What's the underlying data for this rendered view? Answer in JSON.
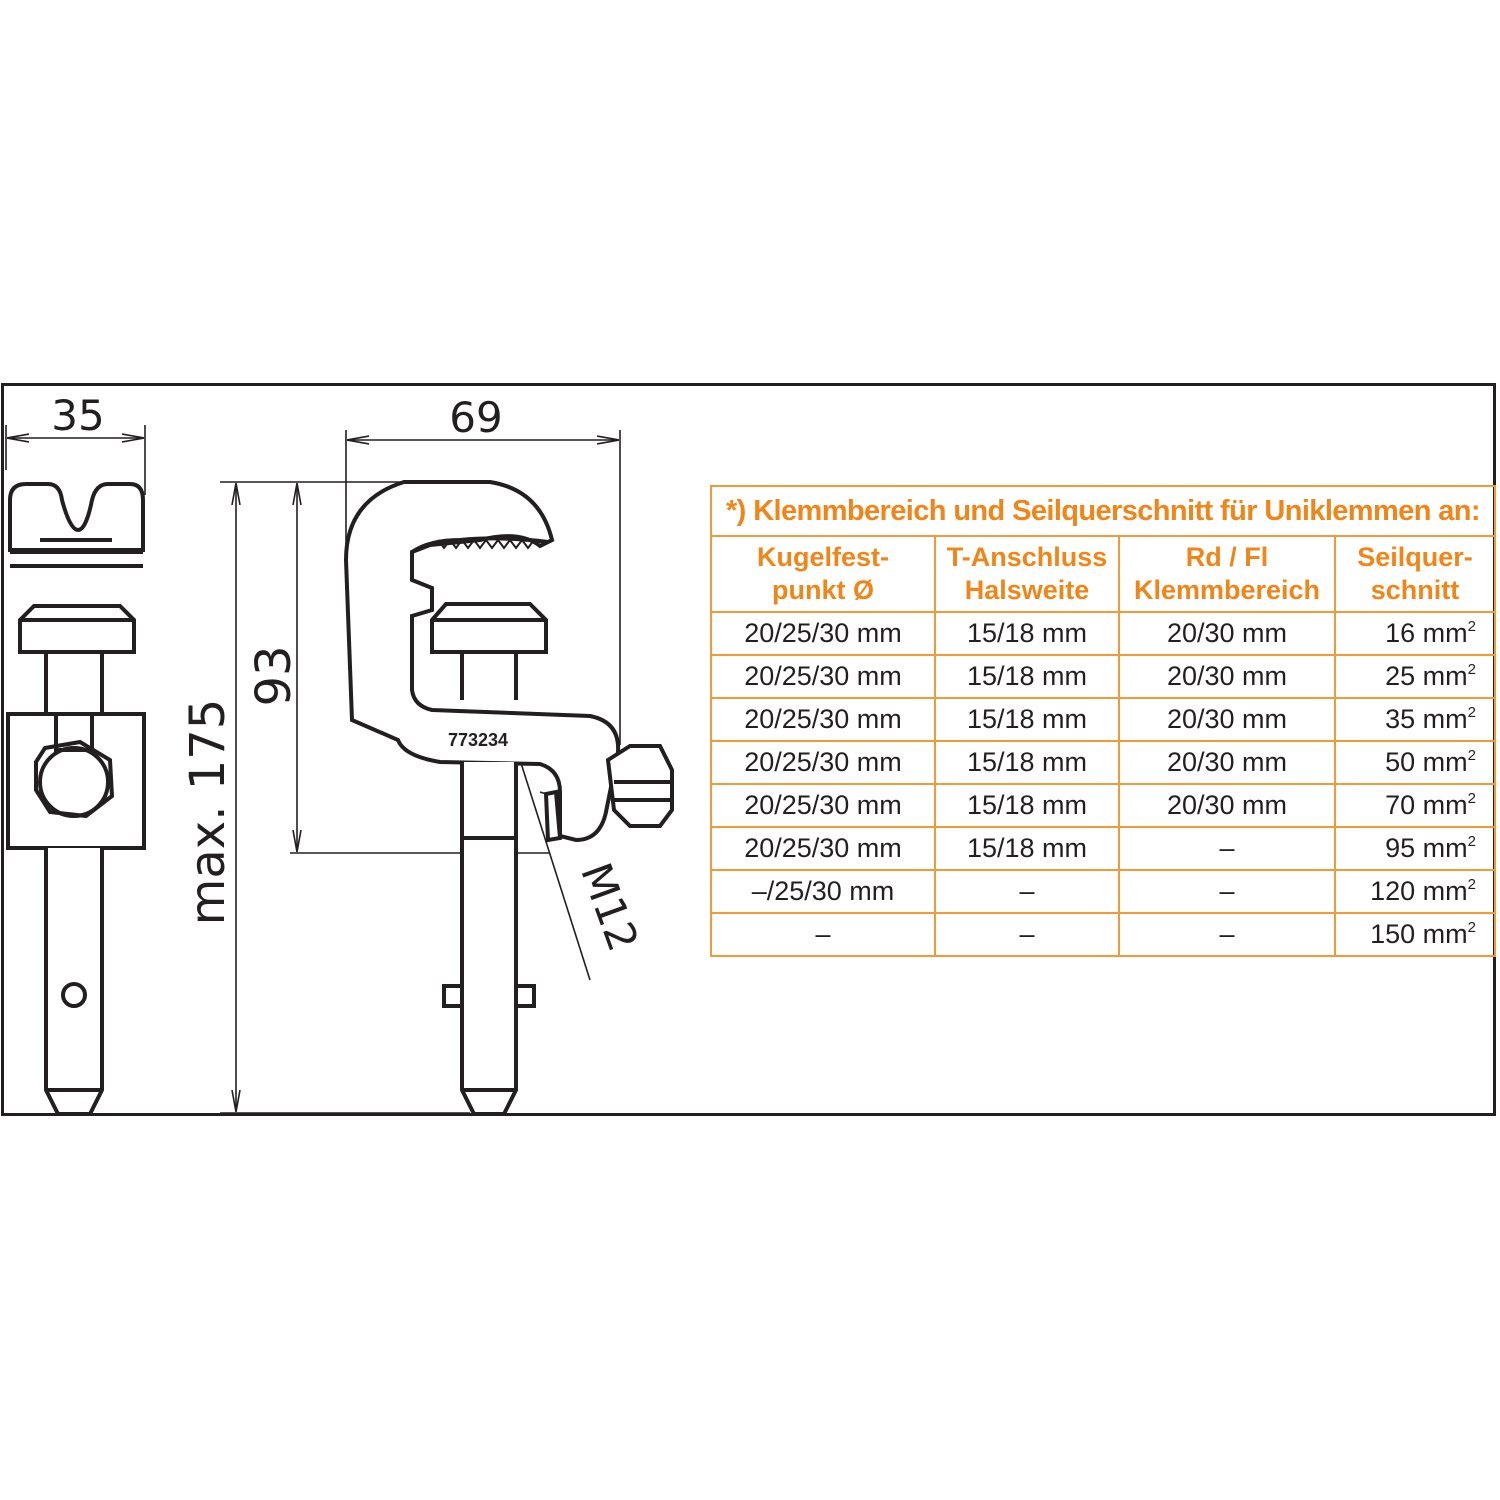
{
  "dimensions": {
    "width_left": "35",
    "width_main": "69",
    "height_clamp": "93",
    "height_total": "max. 175",
    "thread": "M12",
    "part_number": "773234"
  },
  "table": {
    "title": "*) Klemmbereich und Seilquerschnitt für Uniklemmen an:",
    "headers": [
      {
        "line1": "Kugelfest-",
        "line2": "punkt Ø"
      },
      {
        "line1": "T-Anschluss",
        "line2": "Halsweite"
      },
      {
        "line1": "Rd / Fl",
        "line2": "Klemmbereich"
      },
      {
        "line1": "Seilquer-",
        "line2": "schnitt"
      }
    ],
    "rows": [
      {
        "kugel": "20/25/30 mm",
        "t": "15/18 mm",
        "rd": "20/30 mm",
        "seil": "16 mm",
        "exp": "2"
      },
      {
        "kugel": "20/25/30 mm",
        "t": "15/18 mm",
        "rd": "20/30 mm",
        "seil": "25 mm",
        "exp": "2"
      },
      {
        "kugel": "20/25/30 mm",
        "t": "15/18 mm",
        "rd": "20/30 mm",
        "seil": "35 mm",
        "exp": "2"
      },
      {
        "kugel": "20/25/30 mm",
        "t": "15/18 mm",
        "rd": "20/30 mm",
        "seil": "50 mm",
        "exp": "2"
      },
      {
        "kugel": "20/25/30 mm",
        "t": "15/18 mm",
        "rd": "20/30 mm",
        "seil": "70 mm",
        "exp": "2"
      },
      {
        "kugel": "20/25/30 mm",
        "t": "15/18 mm",
        "rd": "–",
        "seil": "95 mm",
        "exp": "2"
      },
      {
        "kugel": "–/25/30 mm",
        "t": "–",
        "rd": "–",
        "seil": "120 mm",
        "exp": "2"
      },
      {
        "kugel": "–",
        "t": "–",
        "rd": "–",
        "seil": "150 mm",
        "exp": "2"
      }
    ]
  },
  "colors": {
    "accent": "#f08519",
    "line": "#231f20"
  }
}
